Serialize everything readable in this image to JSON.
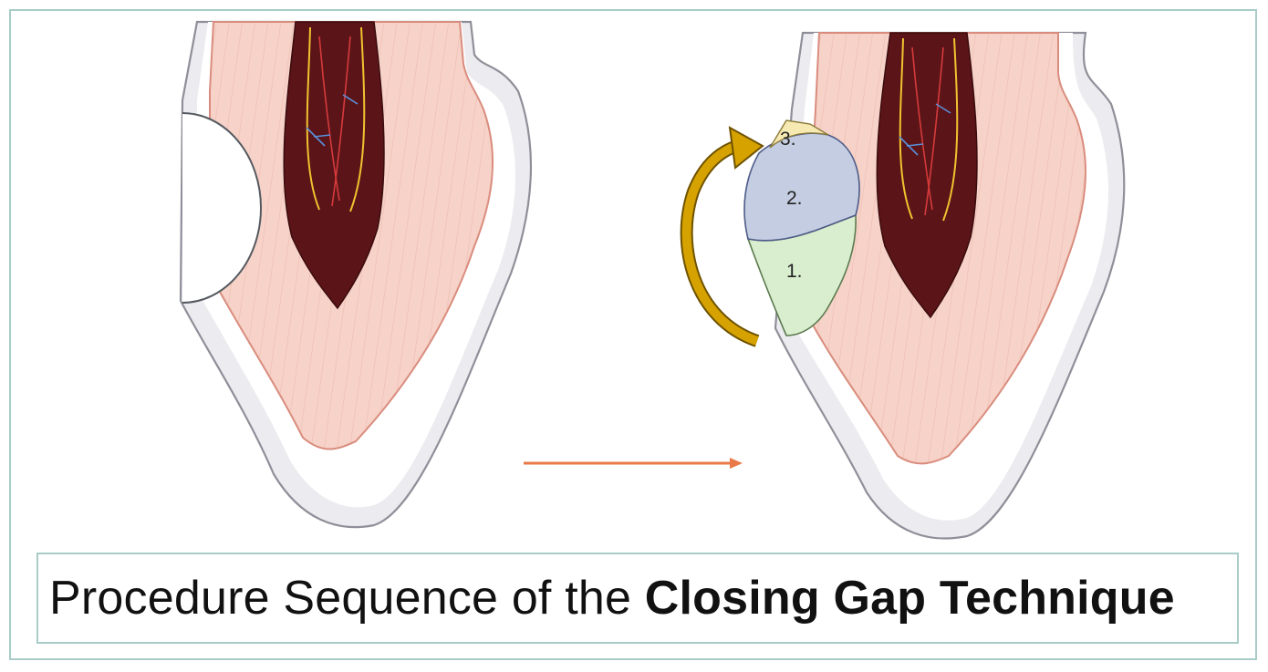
{
  "caption": {
    "normal": "Procedure Sequence of the ",
    "bold": "Closing Gap Technique"
  },
  "labels": {
    "layer1": "1.",
    "layer2": "2.",
    "layer3": "3."
  },
  "icons": {
    "rotation_arrow": "curved-arrow-icon",
    "progress_arrow": "right-arrow-icon"
  },
  "colors": {
    "frame": "#a9ccc9",
    "dentin": "#f6d2c8",
    "pulp": "#5b1418",
    "enamel": "#e6e6ea",
    "layer1": "#d9edcf",
    "layer2": "#c5cde2",
    "layer3": "#f7e9b2",
    "curved_arrow": "#d6a200",
    "progress_arrow": "#e97a48"
  }
}
